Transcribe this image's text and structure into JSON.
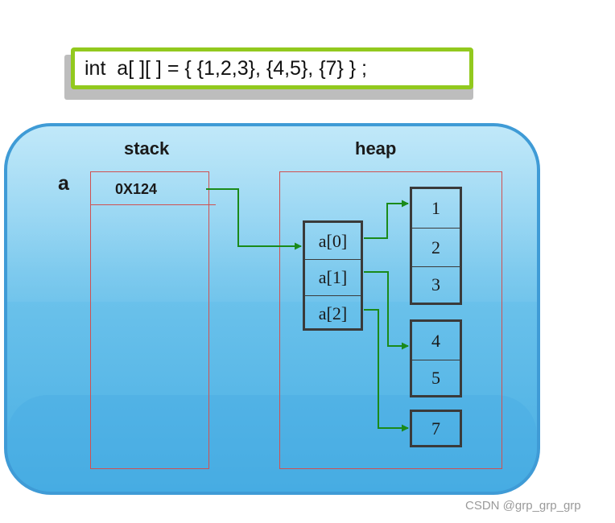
{
  "code": {
    "text": "int  a[ ][ ] = { {1,2,3}, {4,5}, {7} } ;"
  },
  "labels": {
    "stack": "stack",
    "heap": "heap",
    "var": "a",
    "address": "0X124"
  },
  "pointers": [
    "a[0]",
    "a[1]",
    "a[2]"
  ],
  "arrays": [
    {
      "values": [
        "1",
        "2",
        "3"
      ]
    },
    {
      "values": [
        "4",
        "5"
      ]
    },
    {
      "values": [
        "7"
      ]
    }
  ],
  "colors": {
    "arrow": "#1a8a1a",
    "code_border": "#92c91e",
    "frame": "#d05050",
    "panel": "#5bb9e8"
  },
  "watermark": "CSDN @grp_grp_grp"
}
